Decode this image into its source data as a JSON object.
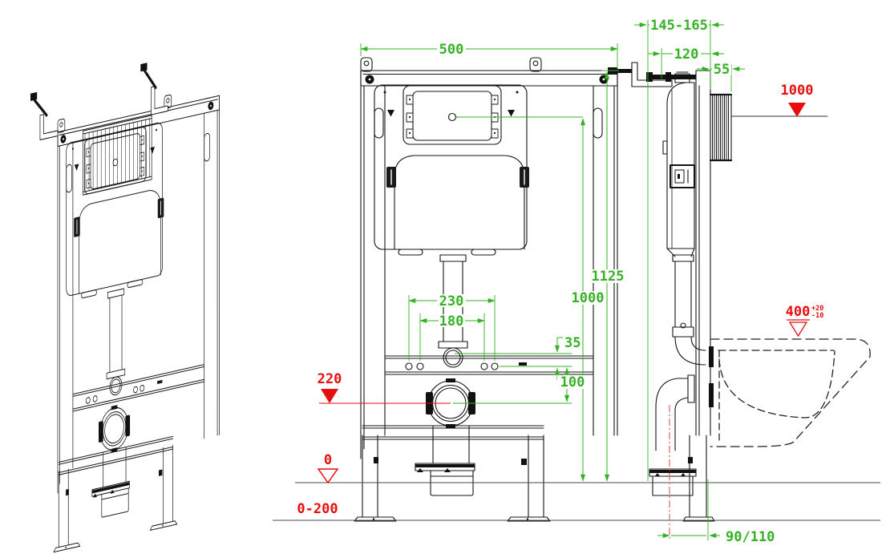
{
  "drawing": {
    "type": "technical installation drawing",
    "subject": "concealed cistern wall-hung toilet mounting frame",
    "views": {
      "isometric": "perspective view",
      "front": "front view",
      "side": "side view"
    },
    "dims": {
      "frame_width": "500",
      "frame_height": "1125",
      "panel_center_height": "1000",
      "fixing_span_outer": "230",
      "fixing_span_inner": "180",
      "flush_to_fixings": "35",
      "fixings_to_drain": "100",
      "wall_offset_range": "145-165",
      "frame_depth": "120",
      "sleeve_depth": "55",
      "drain_wall_offset": "90/110"
    },
    "levels": {
      "drain_center": "220",
      "finished_floor": "0",
      "leg_adjust_range": "0-200",
      "push_plate_height": "1000",
      "bowl_top_height": "400",
      "bowl_tol_plus": "+20",
      "bowl_tol_minus": "-10"
    },
    "colors": {
      "dimension_green": "#35b224",
      "level_red": "#e60e0e",
      "centerline_red": "#e06666",
      "line_black": "#141414",
      "ground_gray": "#4a4a4a"
    }
  }
}
